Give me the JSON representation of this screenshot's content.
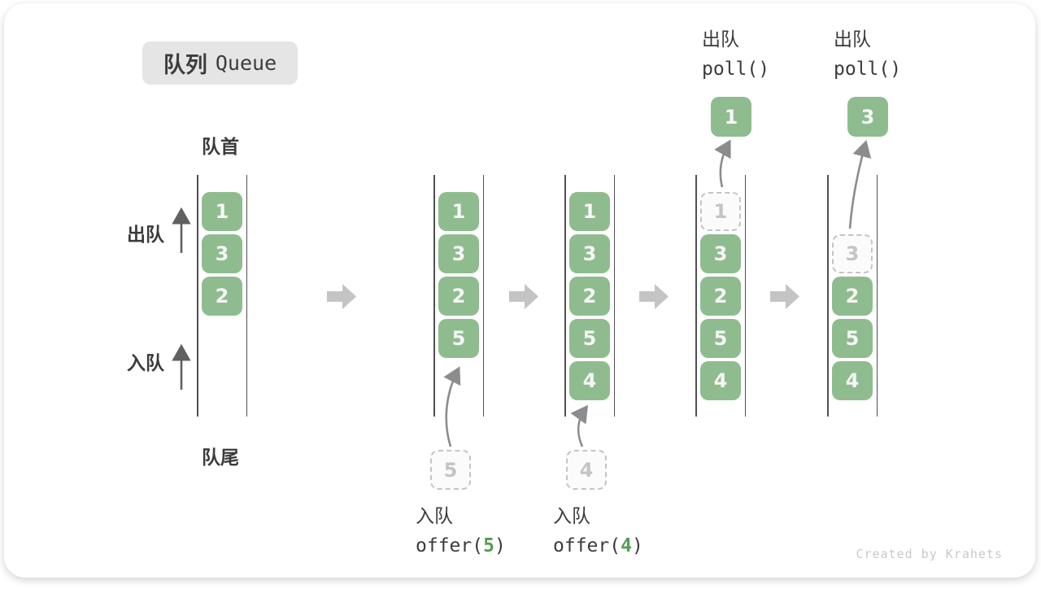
{
  "title": {
    "zh": "队列",
    "en": "Queue"
  },
  "labels": {
    "front": "队首",
    "rear": "队尾",
    "dequeue": "出队",
    "enqueue": "入队"
  },
  "queues": {
    "q1": {
      "cells": [
        "1",
        "3",
        "2"
      ]
    },
    "q2": {
      "cells": [
        "1",
        "3",
        "2",
        "5"
      ],
      "staged": "5"
    },
    "q3": {
      "cells": [
        "1",
        "3",
        "2",
        "5",
        "4"
      ],
      "staged": "4"
    },
    "q4": {
      "removed": "1",
      "cells": [
        "3",
        "2",
        "5",
        "4"
      ],
      "popped": "1"
    },
    "q5": {
      "removed": "3",
      "cells": [
        "2",
        "5",
        "4"
      ],
      "popped": "3"
    }
  },
  "operations": {
    "enqueue5": {
      "label": "入队",
      "fn": "offer(",
      "arg": "5",
      "close": ")"
    },
    "enqueue4": {
      "label": "入队",
      "fn": "offer(",
      "arg": "4",
      "close": ")"
    },
    "poll1": {
      "label": "出队",
      "code": "poll()"
    },
    "poll2": {
      "label": "出队",
      "code": "poll()"
    }
  },
  "watermark": "Created by Krahets",
  "colors": {
    "box_green": "#8fbc8f",
    "accent_green": "#539e53",
    "block_arrow_gray": "#c4c4c4",
    "thin_arrow_gray": "#8c8c8c",
    "text_dark": "#3b3b3b",
    "dashed_gray": "#c4c4c4",
    "badge_bg": "#e5e5e5"
  }
}
